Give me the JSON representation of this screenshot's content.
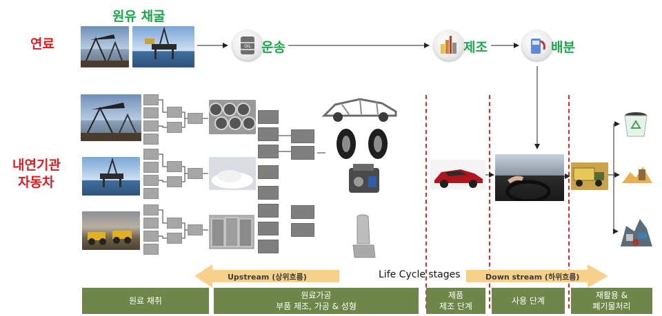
{
  "fuel_row": {
    "title_extraction": "원유 채굴",
    "row_label": "연료",
    "transport": "운송",
    "manufacture": "제조",
    "distribution": "배분",
    "oil_can_text": "OIL"
  },
  "vehicle_row": {
    "row_label_line1": "내연기관",
    "row_label_line2": "자동차"
  },
  "lifecycle": {
    "upstream": "Upstream (상위흐름)",
    "center": "Life Cycle stages",
    "downstream": "Down stream (하위흐름)"
  },
  "stages": [
    {
      "line1": "원료 채취",
      "line2": ""
    },
    {
      "line1": "원료가공",
      "line2": "부품 제조, 가공 & 성형"
    },
    {
      "line1": "제품",
      "line2": "제조 단계"
    },
    {
      "line1": "사용 단계",
      "line2": ""
    },
    {
      "line1": "재활용 &",
      "line2": "폐기물처리"
    }
  ],
  "colors": {
    "label_green": "#1aa64a",
    "label_red": "#e0191f",
    "stage_bar": "#6f8649",
    "arrow_gold": "#f7d08a",
    "divider_red": "#e02a2a"
  }
}
